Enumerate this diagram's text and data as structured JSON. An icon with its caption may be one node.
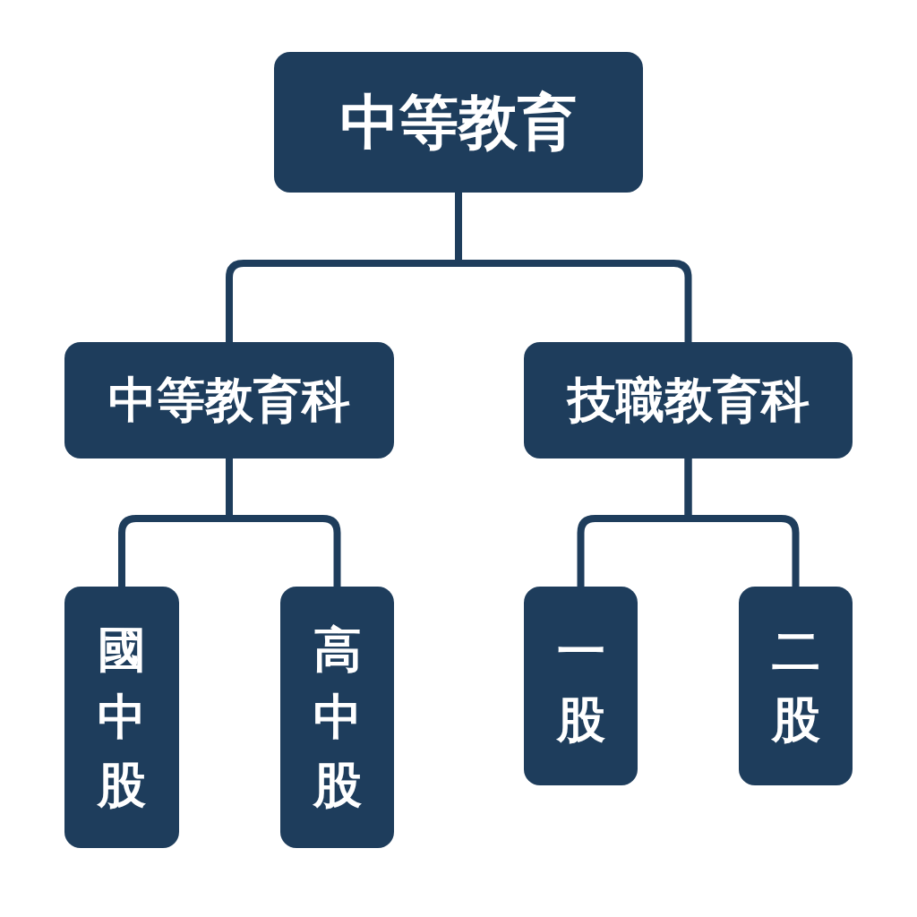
{
  "diagram": {
    "nodes": [
      {
        "text": [
          "中等教育"
        ]
      },
      {
        "text": [
          "中等教育科"
        ]
      },
      {
        "text": [
          "技職教育科"
        ]
      },
      {
        "text": [
          "國中股"
        ]
      },
      {
        "text": [
          "高中股"
        ]
      },
      {
        "text": [
          "一股"
        ]
      },
      {
        "text": [
          "二股"
        ]
      }
    ],
    "edges": [
      {
        "from": 0,
        "to": 1,
        "arrow": "none"
      },
      {
        "from": 0,
        "to": 2,
        "arrow": "none"
      },
      {
        "from": 1,
        "to": 3,
        "arrow": "none"
      },
      {
        "from": 1,
        "to": 4,
        "arrow": "none"
      },
      {
        "from": 2,
        "to": 5,
        "arrow": "none"
      },
      {
        "from": 2,
        "to": 6,
        "arrow": "none"
      }
    ]
  }
}
